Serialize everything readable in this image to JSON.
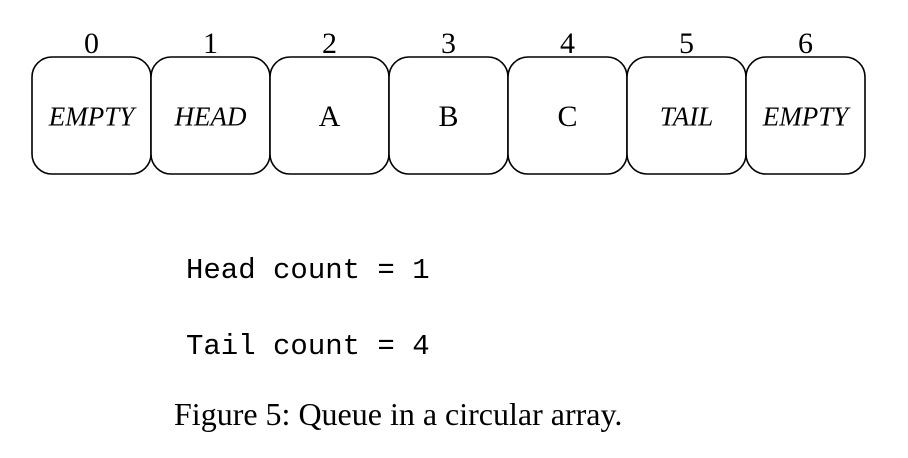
{
  "array": {
    "cells": [
      {
        "index": "0",
        "label": "EMPTY",
        "italic": true
      },
      {
        "index": "1",
        "label": "HEAD",
        "italic": true
      },
      {
        "index": "2",
        "label": "A",
        "italic": false
      },
      {
        "index": "3",
        "label": "B",
        "italic": false
      },
      {
        "index": "4",
        "label": "C",
        "italic": false
      },
      {
        "index": "5",
        "label": "TAIL",
        "italic": true
      },
      {
        "index": "6",
        "label": "EMPTY",
        "italic": true
      }
    ]
  },
  "counters": {
    "head_label": "Head count = ",
    "head_value": "1",
    "tail_label": "Tail count = ",
    "tail_value": "4"
  },
  "caption": {
    "prefix": "Figure 5:",
    "text": "Queue in a circular array."
  }
}
